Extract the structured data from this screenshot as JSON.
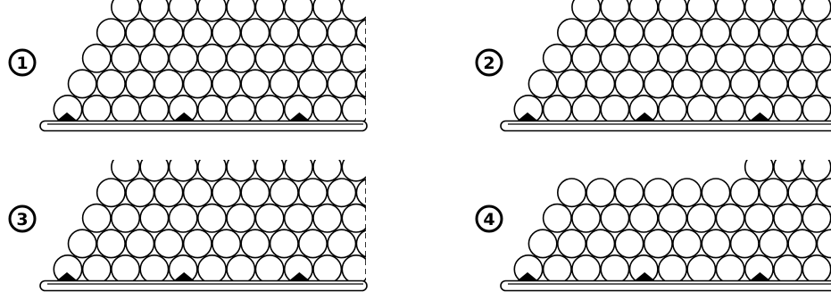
{
  "panels": [
    {
      "label": "1",
      "profile": [
        4,
        5,
        6,
        7,
        8,
        8,
        8,
        8,
        8,
        8,
        8,
        8,
        8,
        8,
        8
      ]
    },
    {
      "label": "2",
      "profile": [
        4,
        5,
        6,
        6,
        6,
        6,
        6,
        6,
        7,
        8,
        8,
        8,
        8,
        8,
        8
      ]
    },
    {
      "label": "3",
      "profile": [
        4,
        5,
        5,
        5,
        5,
        5,
        5,
        5,
        6,
        7,
        8,
        8,
        8,
        8,
        8
      ]
    },
    {
      "label": "4",
      "profile": [
        4,
        4,
        4,
        4,
        4,
        4,
        4,
        4,
        5,
        6,
        7,
        8,
        8,
        8,
        8
      ]
    }
  ]
}
